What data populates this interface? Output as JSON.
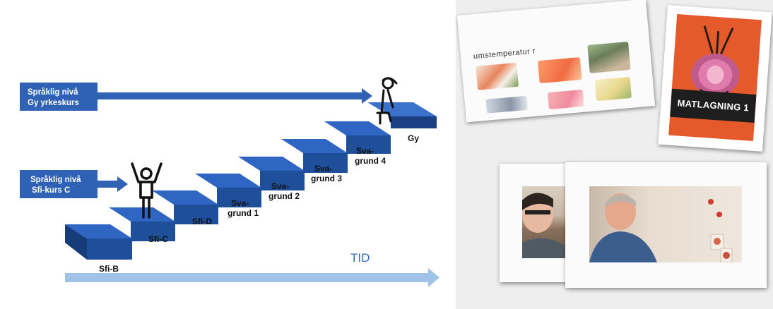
{
  "boxes": [
    {
      "line1": "Språklig nivå",
      "line2": "Gy yrkeskurs"
    },
    {
      "line1": "Språklig nivå",
      "line2": "Sfi-kurs C"
    }
  ],
  "steps": [
    {
      "line1": "Sfi-B",
      "line2": ""
    },
    {
      "line1": "Sfi-C",
      "line2": ""
    },
    {
      "line1": "Sfi-D",
      "line2": ""
    },
    {
      "line1": "Sva-",
      "line2": "grund 1"
    },
    {
      "line1": "Sva-",
      "line2": "grund 2"
    },
    {
      "line1": "Sva-",
      "line2": "grund 3"
    },
    {
      "line1": "Sva-",
      "line2": "grund 4"
    },
    {
      "line1": "Gy",
      "line2": ""
    }
  ],
  "time_label": "TID",
  "food_card": {
    "title": "umstemperatur r"
  },
  "book": {
    "title": "MATLAGNING 1"
  },
  "colors": {
    "step_front": "#1f4e9a",
    "step_top": "#2f66c4",
    "box": "#2f62b4",
    "time_arrow": "#9fc3e7",
    "book": "#e55a2a"
  }
}
